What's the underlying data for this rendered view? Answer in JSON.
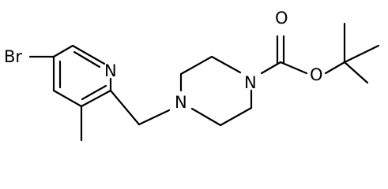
{
  "molecule": {
    "atom_labels": {
      "bromine": "Br",
      "pyridine_nitrogen": "N",
      "piperazine_nitrogen_left": "N",
      "piperazine_nitrogen_right": "N",
      "carbonyl_oxygen": "O",
      "ester_oxygen": "O"
    }
  },
  "colors": {
    "bond": "#000000",
    "label": "#000000",
    "background": "#ffffff"
  }
}
